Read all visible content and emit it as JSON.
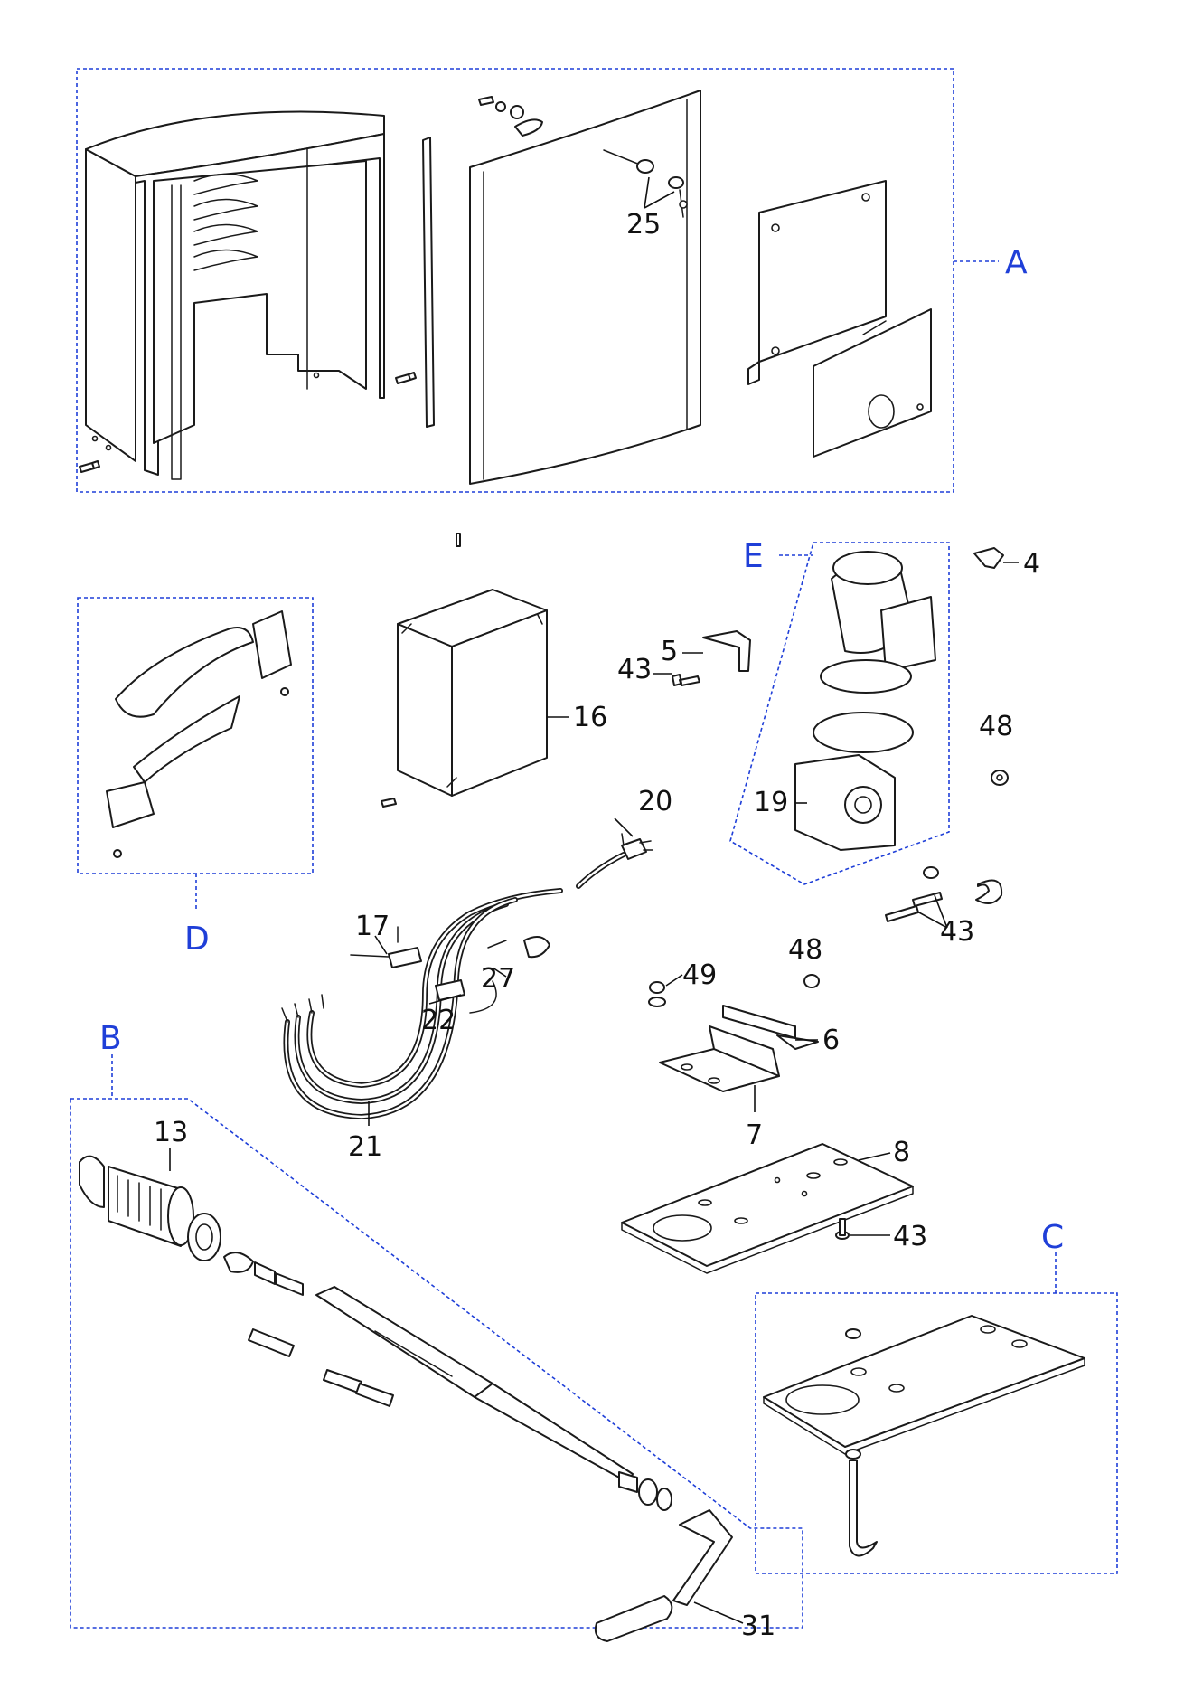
{
  "colors": {
    "group_accent": "#1f3fd8",
    "line": "#1a1a1a"
  },
  "groups": [
    {
      "id": "A",
      "label": "A"
    },
    {
      "id": "B",
      "label": "B"
    },
    {
      "id": "C",
      "label": "C"
    },
    {
      "id": "D",
      "label": "D"
    },
    {
      "id": "E",
      "label": "E"
    }
  ],
  "callouts": [
    {
      "id": "c25",
      "label": "25"
    },
    {
      "id": "c4",
      "label": "4"
    },
    {
      "id": "c5",
      "label": "5"
    },
    {
      "id": "c43a",
      "label": "43"
    },
    {
      "id": "c16",
      "label": "16"
    },
    {
      "id": "c48a",
      "label": "48"
    },
    {
      "id": "c19",
      "label": "19"
    },
    {
      "id": "c20",
      "label": "20"
    },
    {
      "id": "c43b",
      "label": "43"
    },
    {
      "id": "c17",
      "label": "17"
    },
    {
      "id": "c27",
      "label": "27"
    },
    {
      "id": "c22",
      "label": "22"
    },
    {
      "id": "c48b",
      "label": "48"
    },
    {
      "id": "c49",
      "label": "49"
    },
    {
      "id": "c6",
      "label": "6"
    },
    {
      "id": "c7",
      "label": "7"
    },
    {
      "id": "c21",
      "label": "21"
    },
    {
      "id": "c13",
      "label": "13"
    },
    {
      "id": "c8",
      "label": "8"
    },
    {
      "id": "c43c",
      "label": "43"
    },
    {
      "id": "c31",
      "label": "31"
    }
  ]
}
